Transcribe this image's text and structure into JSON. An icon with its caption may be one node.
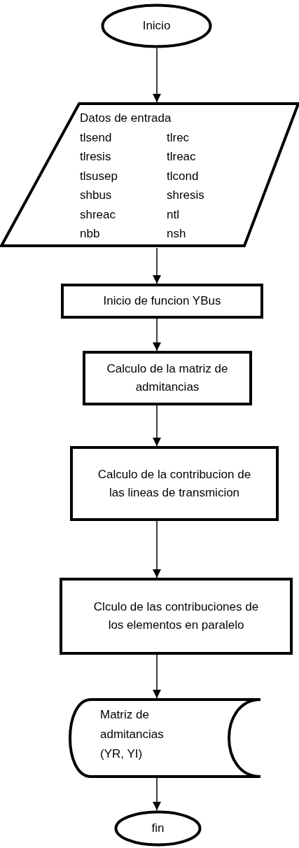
{
  "diagram": {
    "nodes": [
      {
        "text": [
          "Inicio"
        ]
      },
      {
        "text": [
          "Datos de entrada",
          "tlsend",
          "tlrec",
          "tlresis",
          "tlreac",
          "tlsusep",
          "tlcond",
          "shbus",
          "shresis",
          "shreac",
          "ntl",
          "nbb",
          "nsh"
        ]
      },
      {
        "text": [
          "Inicio de funcion YBus"
        ]
      },
      {
        "text": [
          "Calculo de la matriz de admitancias"
        ]
      },
      {
        "text": [
          "Calculo de la contribucion de las lineas de transmicion"
        ]
      },
      {
        "text": [
          "Clculo de las contribuciones de los elementos en paralelo"
        ]
      },
      {
        "text": [
          "Matriz de admitancias (YR, YI)"
        ]
      },
      {
        "text": [
          "fin"
        ]
      }
    ],
    "edges": [
      {
        "from": 0,
        "to": 1,
        "arrow": "to"
      },
      {
        "from": 1,
        "to": 2,
        "arrow": "to"
      },
      {
        "from": 2,
        "to": 3,
        "arrow": "to"
      },
      {
        "from": 3,
        "to": 4,
        "arrow": "to"
      },
      {
        "from": 4,
        "to": 5,
        "arrow": "to"
      },
      {
        "from": 5,
        "to": 6,
        "arrow": "to"
      },
      {
        "from": 6,
        "to": 7,
        "arrow": "to"
      }
    ]
  }
}
